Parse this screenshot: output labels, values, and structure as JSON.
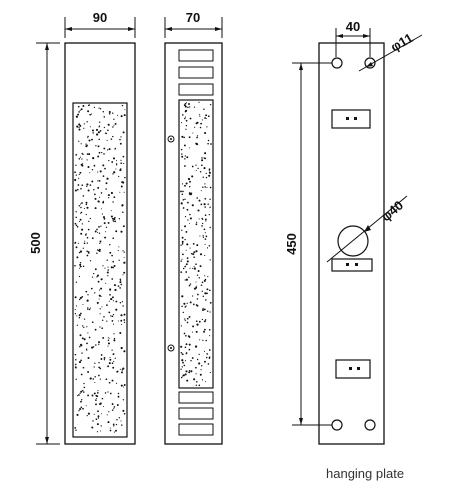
{
  "drawing": {
    "front_view": {
      "width_label": "90",
      "height_label": "500"
    },
    "side_view": {
      "width_label": "70"
    },
    "hanging_plate": {
      "hole_spacing_label": "40",
      "small_hole_label": "φ11",
      "height_label": "450",
      "large_hole_label": "φ40",
      "caption": "hanging plate"
    }
  }
}
